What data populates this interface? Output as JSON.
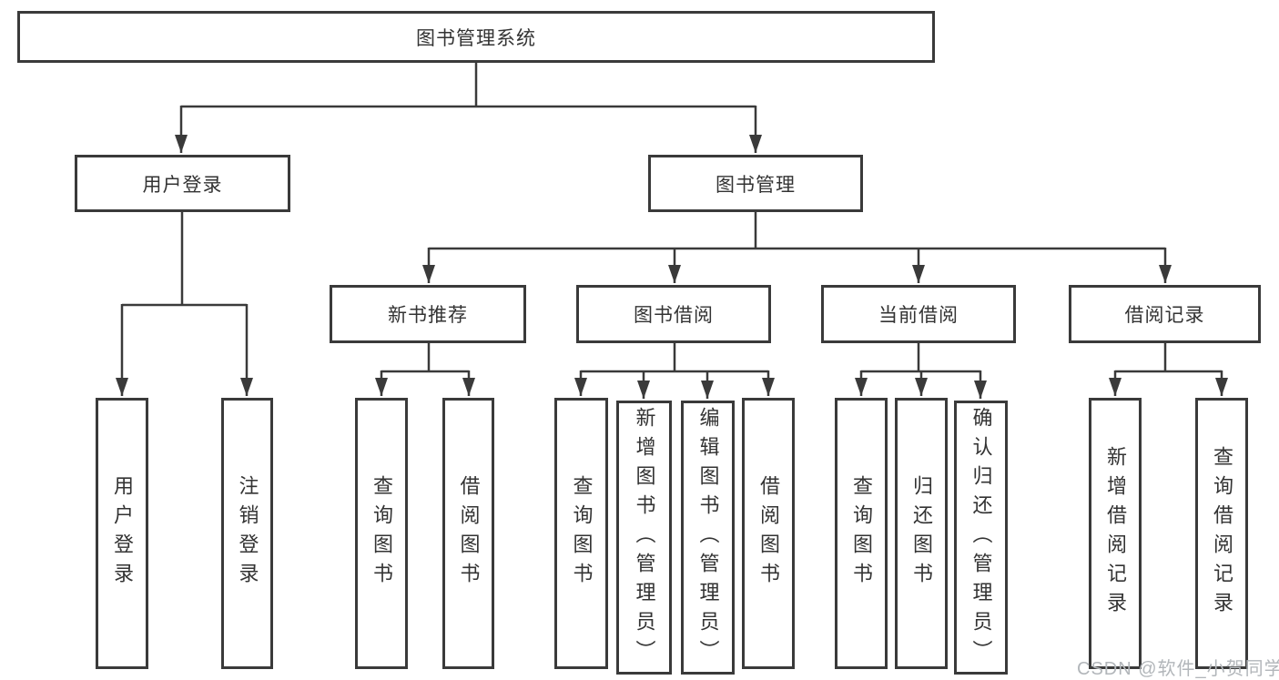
{
  "tree": {
    "label": "图书管理系统",
    "children": [
      {
        "label": "用户登录",
        "children": [
          {
            "label": "用户登录"
          },
          {
            "label": "注销登录"
          }
        ]
      },
      {
        "label": "图书管理",
        "children": [
          {
            "label": "新书推荐",
            "children": [
              {
                "label": "查询图书"
              },
              {
                "label": "借阅图书"
              }
            ]
          },
          {
            "label": "图书借阅",
            "children": [
              {
                "label": "查询图书"
              },
              {
                "label": "新增图书（管理员）"
              },
              {
                "label": "编辑图书（管理员）"
              },
              {
                "label": "借阅图书"
              }
            ]
          },
          {
            "label": "当前借阅",
            "children": [
              {
                "label": "查询图书"
              },
              {
                "label": "归还图书"
              },
              {
                "label": "确认归还（管理员）"
              }
            ]
          },
          {
            "label": "借阅记录",
            "children": [
              {
                "label": "新增借阅记录"
              },
              {
                "label": "查询借阅记录"
              }
            ]
          }
        ]
      }
    ]
  },
  "watermark": {
    "text": "CSDN @软件_小贺同学",
    "color": "#b2b6ba"
  },
  "colors": {
    "line": "#3a3a3a",
    "text": "#333333",
    "background": "#ffffff"
  }
}
